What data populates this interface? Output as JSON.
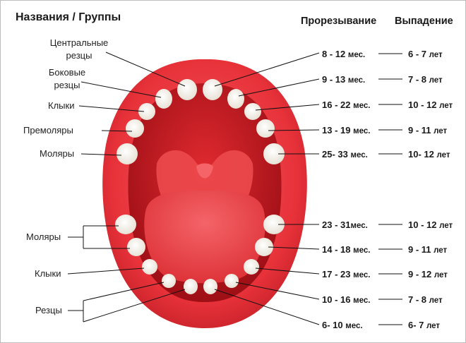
{
  "headers": {
    "names_groups": "Названия / Группы",
    "eruption": "Прорезывание",
    "loss": "Выпадение"
  },
  "upper_labels": [
    {
      "id": "central",
      "lines": [
        "Центральные",
        "резцы"
      ]
    },
    {
      "id": "lateral",
      "lines": [
        "Боковые",
        "резцы"
      ]
    },
    {
      "id": "canines",
      "lines": [
        "Клыки"
      ]
    },
    {
      "id": "premolars",
      "lines": [
        "Премоляры"
      ]
    },
    {
      "id": "molars",
      "lines": [
        "Моляры"
      ]
    }
  ],
  "lower_labels": [
    {
      "id": "molars",
      "text": "Моляры"
    },
    {
      "id": "canines",
      "text": "Клыки"
    },
    {
      "id": "incisors",
      "text": "Резцы"
    }
  ],
  "rows": [
    {
      "eruption": "8 - 12",
      "eruption_unit": "мес.",
      "loss": "6 - 7",
      "loss_unit": "лет"
    },
    {
      "eruption": "9 - 13",
      "eruption_unit": "мес.",
      "loss": "7 - 8",
      "loss_unit": "лет"
    },
    {
      "eruption": "16 - 22",
      "eruption_unit": "мес.",
      "loss": "10 - 12",
      "loss_unit": "лет"
    },
    {
      "eruption": "13 - 19",
      "eruption_unit": "мес.",
      "loss": "9 - 11",
      "loss_unit": "лет"
    },
    {
      "eruption": "25- 33",
      "eruption_unit": "мес.",
      "loss": "10- 12",
      "loss_unit": "лет"
    },
    {
      "eruption": "23 - 31",
      "eruption_unit": "мес.",
      "loss": "10 - 12",
      "loss_unit": "лет"
    },
    {
      "eruption": "14 - 18",
      "eruption_unit": "мес.",
      "loss": "9 - 11",
      "loss_unit": "лет"
    },
    {
      "eruption": "17 - 23",
      "eruption_unit": "мес.",
      "loss": "9 - 12",
      "loss_unit": "лет"
    },
    {
      "eruption": "10 - 16",
      "eruption_unit": "мес.",
      "loss": "7 - 8",
      "loss_unit": "лет"
    },
    {
      "eruption": "6- 10",
      "eruption_unit": "мес.",
      "loss": "6- 7",
      "loss_unit": "лет"
    }
  ],
  "colors": {
    "lips": "#e8323a",
    "lips_dark": "#b81e26",
    "mouth_inside": "#b5141c",
    "tongue": "#f04a4f",
    "teeth": "#f7f4ee",
    "line": "#111111"
  }
}
